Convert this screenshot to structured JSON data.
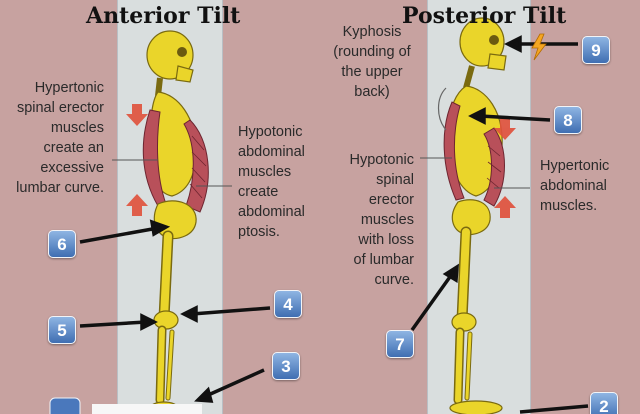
{
  "titles": {
    "anterior": "Anterior Tilt",
    "posterior": "Posterior Tilt"
  },
  "left_labels": {
    "hypertonic_erector": [
      "Hypertonic",
      "spinal erector",
      "muscles",
      "create an",
      "excessive",
      "lumbar curve."
    ],
    "hypotonic_abdominal": [
      "Hypotonic",
      "abdominal",
      "muscles",
      "create",
      "abdominal",
      "ptosis."
    ]
  },
  "right_labels": {
    "kyphosis": [
      "Kyphosis",
      "(rounding of",
      "the upper",
      "back)"
    ],
    "hypotonic_erector": [
      "Hypotonic",
      "spinal",
      "erector",
      "muscles",
      "with loss",
      "of lumbar",
      "curve."
    ],
    "hypertonic_abdominal": [
      "Hypertonic",
      "abdominal",
      "muscles."
    ]
  },
  "badges": {
    "b2": "2",
    "b3": "3",
    "b4": "4",
    "b5": "5",
    "b6": "6",
    "b7": "7",
    "b8": "8",
    "b9": "9"
  },
  "icons": {
    "spark": "lightning-emoji-icon"
  },
  "colors": {
    "bone": "#ead52a",
    "muscle": "#b8505a",
    "background": "#c7a2a0",
    "panel": "#d9dede",
    "arrow_red": "#e0523d",
    "badge": "#4a78bc"
  }
}
